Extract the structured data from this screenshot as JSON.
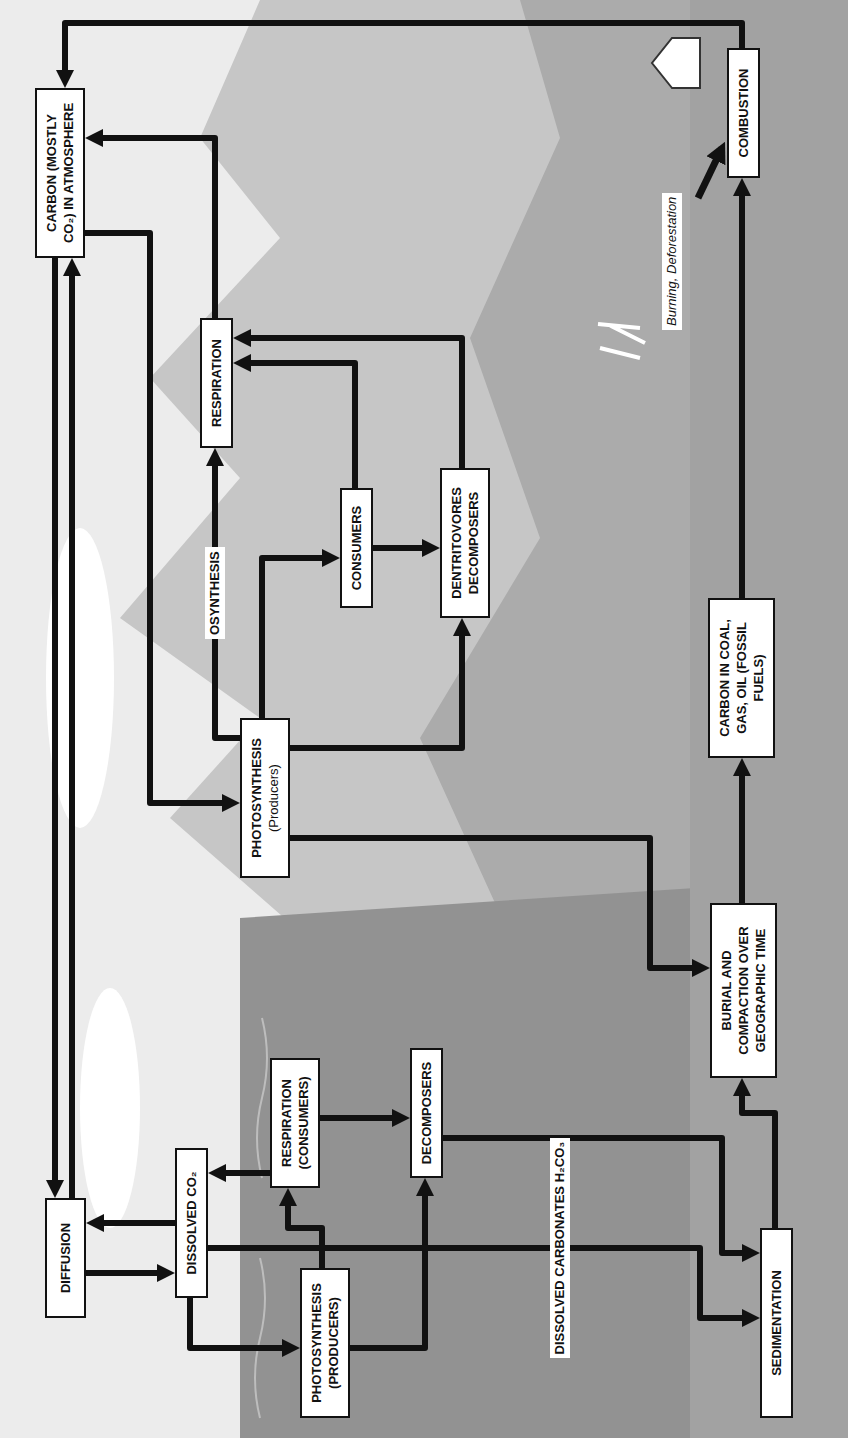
{
  "diagram": {
    "nodes": [
      {
        "text": [
          "DIFFUSION"
        ]
      },
      {
        "text": [
          "CARBON (MOSTLY CO₂) IN ATMOSPHERE"
        ]
      },
      {
        "text": [
          "DISSOLVED CO₂"
        ]
      },
      {
        "text": [
          "RESPIRATION"
        ]
      },
      {
        "text": [
          "PHOTOSYNTHESIS",
          "(Producers)"
        ]
      },
      {
        "text": [
          "RESPIRATION",
          "(CONSUMERS)"
        ]
      },
      {
        "text": [
          "PHOTOSYNTHESIS",
          "(PRODUCERS)"
        ]
      },
      {
        "text": [
          "CONSUMERS"
        ]
      },
      {
        "text": [
          "DECOMPOSERS"
        ]
      },
      {
        "text": [
          "DENTRITOVORES DECOMPOSERS"
        ]
      },
      {
        "text": [
          "SEDIMENTATION"
        ]
      },
      {
        "text": [
          "BURIAL AND COMPACTION OVER GEOGRAPHIC TIME"
        ]
      },
      {
        "text": [
          "CARBON IN COAL, GAS, OIL (FOSSIL FUELS)"
        ]
      },
      {
        "text": [
          "COMBUSTION"
        ]
      }
    ],
    "edges": [
      {
        "from": 1,
        "to": 0,
        "arrow": "to"
      },
      {
        "from": 0,
        "to": 1,
        "arrow": "to"
      },
      {
        "from": 0,
        "to": 2,
        "arrow": "to"
      },
      {
        "from": 2,
        "to": 0,
        "arrow": "to"
      },
      {
        "from": 1,
        "to": 4,
        "arrow": "to"
      },
      {
        "from": 3,
        "to": 1,
        "arrow": "to"
      },
      {
        "from": 2,
        "to": 6,
        "arrow": "to"
      },
      {
        "from": 5,
        "to": 2,
        "arrow": "to"
      },
      {
        "from": 6,
        "to": 5,
        "arrow": "to"
      },
      {
        "from": 6,
        "to": 8,
        "arrow": "to"
      },
      {
        "from": 5,
        "to": 8,
        "arrow": "to"
      },
      {
        "from": 2,
        "to": 10,
        "arrow": "to",
        "label": "DISSOLVED CARBONATES H₂CO₃"
      },
      {
        "from": 8,
        "to": 10,
        "arrow": "to"
      },
      {
        "from": 10,
        "to": 11,
        "arrow": "to"
      },
      {
        "from": 11,
        "to": 12,
        "arrow": "to"
      },
      {
        "from": 12,
        "to": 13,
        "arrow": "to"
      },
      {
        "from": 13,
        "to": 1,
        "arrow": "to"
      },
      {
        "from": 4,
        "to": 11,
        "arrow": "to"
      },
      {
        "from": 4,
        "to": 7,
        "arrow": "to"
      },
      {
        "from": 4,
        "to": 9,
        "arrow": "to"
      },
      {
        "from": 7,
        "to": 3,
        "arrow": "to"
      },
      {
        "from": 9,
        "to": 3,
        "arrow": "to"
      },
      {
        "from": 7,
        "to": 9,
        "arrow": "to"
      },
      {
        "from": 4,
        "to": 3,
        "arrow": "to",
        "label": "OSYNTHESIS"
      }
    ],
    "labels": [
      "Burning, Deforestation"
    ]
  }
}
